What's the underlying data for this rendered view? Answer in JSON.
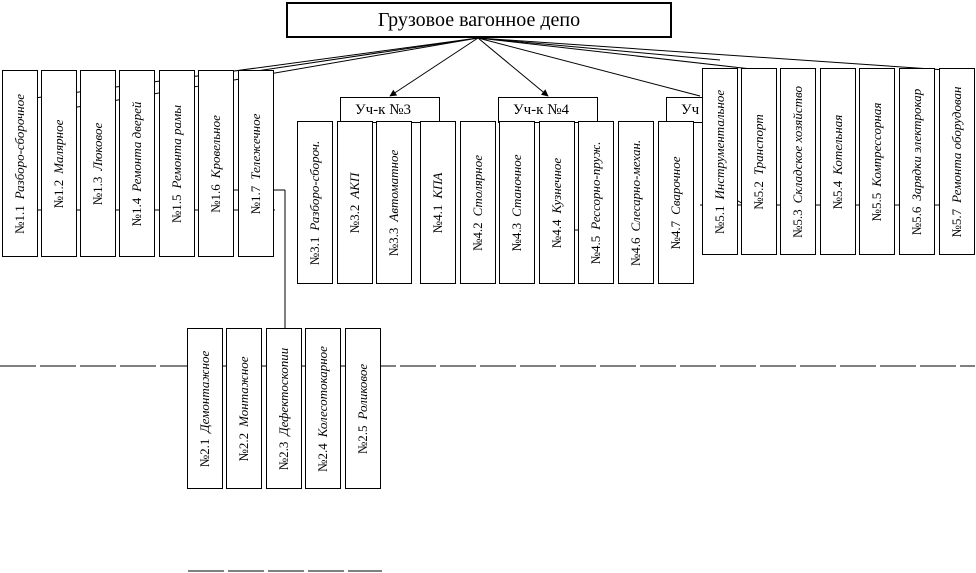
{
  "title": "Грузовое вагонное депо",
  "sections": [
    {
      "label": "Уч-к №3"
    },
    {
      "label": "Уч-к №4"
    },
    {
      "label": "Уч"
    }
  ],
  "group1": [
    {
      "num": "№1.1",
      "name": "Разборо-сборочное"
    },
    {
      "num": "№1.2",
      "name": "Малярное"
    },
    {
      "num": "№1.3",
      "name": "Люковое"
    },
    {
      "num": "№1.4",
      "name": "Ремонта дверей"
    },
    {
      "num": "№1.5",
      "name": "Ремонта рамы"
    },
    {
      "num": "№1.6",
      "name": "Кровельное"
    },
    {
      "num": "№1.7",
      "name": "Тележечное"
    }
  ],
  "group2": [
    {
      "num": "№2.1",
      "name": "Демонтажное"
    },
    {
      "num": "№2.2",
      "name": "Монтажное"
    },
    {
      "num": "№2.3",
      "name": "Дефектоскопии"
    },
    {
      "num": "№2.4",
      "name": "Колесотокарное"
    },
    {
      "num": "№2.5",
      "name": "Роликовое"
    }
  ],
  "group3": [
    {
      "num": "№3.1",
      "name": "Разборо-сбороч."
    },
    {
      "num": "№3.2",
      "name": "АКП"
    },
    {
      "num": "№3.3",
      "name": "Автоматное"
    }
  ],
  "group4": [
    {
      "num": "№4.1",
      "name": "КПА"
    },
    {
      "num": "№4.2",
      "name": "Столярное"
    },
    {
      "num": "№4.3",
      "name": "Станочное"
    },
    {
      "num": "№4.4",
      "name": "Кузнечное"
    },
    {
      "num": "№4.5",
      "name": "Рессорно-пруж."
    },
    {
      "num": "№4.6",
      "name": "Слесарно-механ."
    },
    {
      "num": "№4.7",
      "name": "Сварочное"
    }
  ],
  "group5": [
    {
      "num": "№5.1",
      "name": "Инструментальное"
    },
    {
      "num": "№5.2",
      "name": "Транспорт"
    },
    {
      "num": "№5.3",
      "name": "Складское хозяйство"
    },
    {
      "num": "№5.4",
      "name": "Котельная"
    },
    {
      "num": "№5.5",
      "name": "Компрессорная"
    },
    {
      "num": "№5.6",
      "name": "Зарядки электрокар"
    },
    {
      "num": "№5.7",
      "name": "Ремонта оборудован"
    }
  ]
}
